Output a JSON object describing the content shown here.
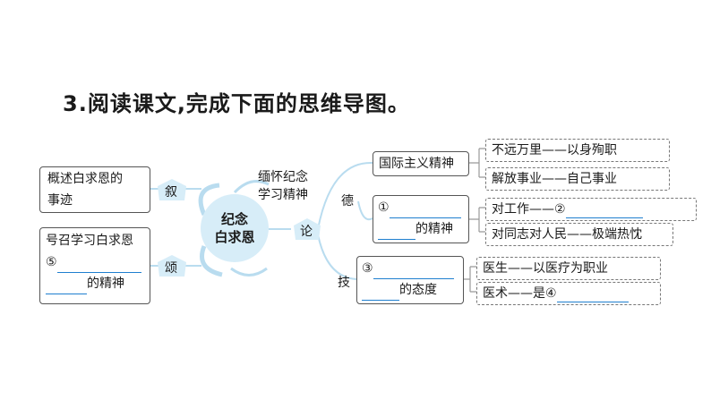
{
  "title": "3.阅读课文,完成下面的思维导图。",
  "center": {
    "line1": "纪念",
    "line2": "白求恩"
  },
  "left": {
    "xu": {
      "label": "叙",
      "box_line1": "概述白求恩的",
      "box_line2": "事迹"
    },
    "song": {
      "label": "颂",
      "box_line1": "号召学习白求恩",
      "blank_num": "⑤",
      "box_line3_suffix": "的精神"
    }
  },
  "top_note": {
    "line1": "缅怀纪念",
    "line2": "学习精神"
  },
  "lun": {
    "label": "论",
    "de": {
      "label": "德",
      "intl": {
        "title": "国际主义精神",
        "items": [
          "不远万里——以身殉职",
          "解放事业——自己事业"
        ]
      },
      "q1": {
        "num": "①",
        "suffix": "的精神",
        "items_prefix1": "对工作——",
        "item1_num": "②",
        "item2": "对同志对人民——极端热忱"
      }
    },
    "ji": {
      "label": "技",
      "q3": {
        "num": "③",
        "suffix": "的态度",
        "item1": "医生——以医疗为职业",
        "item2_prefix": "医术——是",
        "item2_num": "④"
      }
    }
  },
  "colors": {
    "center_fill": "#d7edf8",
    "connector": "#b9dcef",
    "blank_line": "#1f7fcf"
  }
}
